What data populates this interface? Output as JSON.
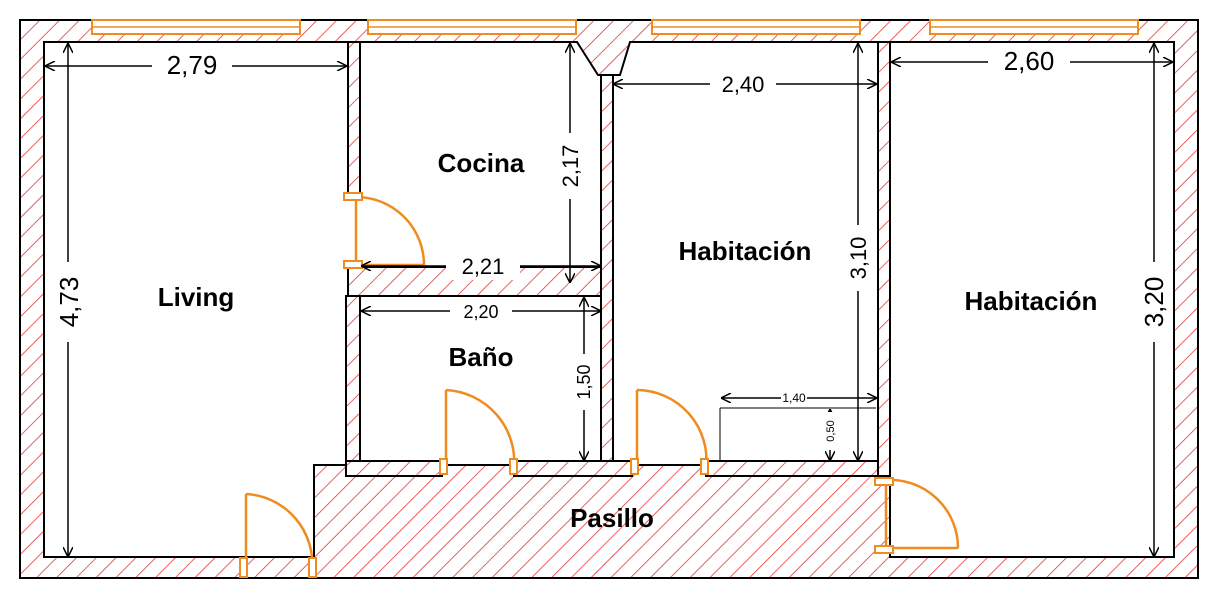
{
  "colors": {
    "wall": "#e23a3a",
    "opening": "#f08c1e",
    "line": "#000000",
    "background": "#ffffff"
  },
  "rooms": {
    "living": "Living",
    "cocina": "Cocina",
    "bano": "Baño",
    "habitacion_1": "Habitación",
    "habitacion_2": "Habitación",
    "pasillo": "Pasillo"
  },
  "dimensions": {
    "living_width": "2,79",
    "living_height": "4,73",
    "cocina_height": "2,17",
    "cocina_width": "2,21",
    "bano_width": "2,20",
    "bano_height": "1,50",
    "habitacion_1_width": "2,40",
    "habitacion_1_height": "3,10",
    "closet_width": "1,40",
    "closet_depth": "0,50",
    "habitacion_2_width": "2,60",
    "habitacion_2_height": "3,20"
  }
}
